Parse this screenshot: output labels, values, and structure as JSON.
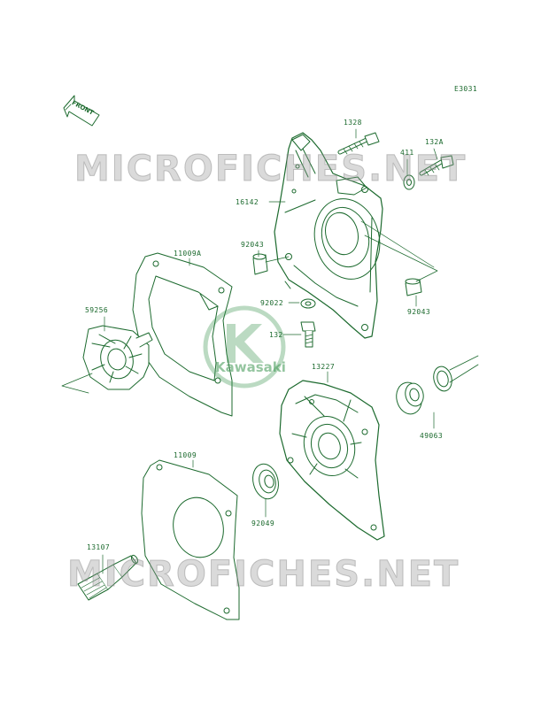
{
  "diagram": {
    "code": "E3031",
    "front_label": "FRONT",
    "brand": "Kawasaki",
    "watermark": "MICROFICHES.NET",
    "colors": {
      "line": "#1c6a2e",
      "watermark": "#9a9a9a",
      "logo": "#4caf63"
    },
    "parts": [
      {
        "id": "p1328",
        "label": "1328"
      },
      {
        "id": "p411",
        "label": "411"
      },
      {
        "id": "p132A",
        "label": "132A"
      },
      {
        "id": "p16142",
        "label": "16142"
      },
      {
        "id": "p92043a",
        "label": "92043"
      },
      {
        "id": "p11009A",
        "label": "11009A"
      },
      {
        "id": "p92043b",
        "label": "92043"
      },
      {
        "id": "p92022",
        "label": "92022"
      },
      {
        "id": "p59256",
        "label": "59256"
      },
      {
        "id": "p132",
        "label": "132"
      },
      {
        "id": "p13227",
        "label": "13227"
      },
      {
        "id": "p49063",
        "label": "49063"
      },
      {
        "id": "p11009",
        "label": "11009"
      },
      {
        "id": "p92049",
        "label": "92049"
      },
      {
        "id": "p13107",
        "label": "13107"
      }
    ]
  }
}
